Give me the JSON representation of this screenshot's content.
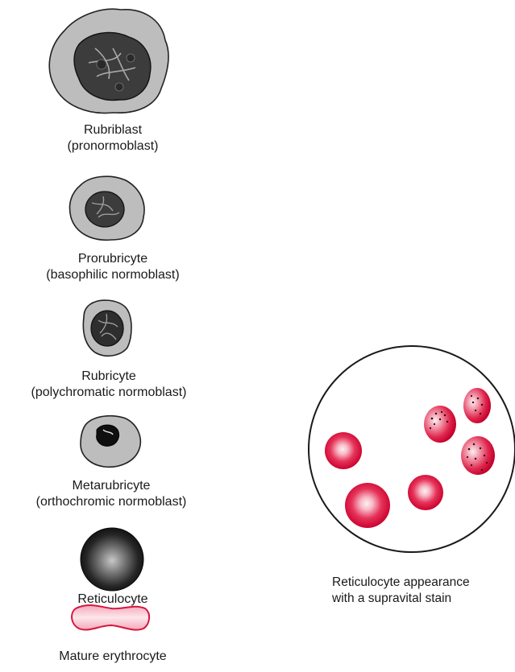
{
  "stages": [
    {
      "id": "rubriblast",
      "name": "Rubriblast",
      "alt": "(pronormoblast)"
    },
    {
      "id": "prorubricyte",
      "name": "Prorubricyte",
      "alt": "(basophilic normoblast)"
    },
    {
      "id": "rubricyte",
      "name": "Rubricyte",
      "alt": "(polychromatic normoblast)"
    },
    {
      "id": "metarubricyte",
      "name": "Metarubricyte",
      "alt": "(orthochromic normoblast)"
    },
    {
      "id": "reticulocyte",
      "name": "Reticulocyte"
    },
    {
      "id": "mature",
      "name": "Mature erythrocyte"
    }
  ],
  "inset": {
    "caption_line1": "Reticulocyte appearance",
    "caption_line2": "with a supravital stain"
  },
  "colors": {
    "cytoplasm": "#bdbdbd",
    "nucleus": "#3c3c3c",
    "outline": "#222222",
    "rbc": "#e0103a",
    "rbc_center": "#fbe3e8"
  }
}
